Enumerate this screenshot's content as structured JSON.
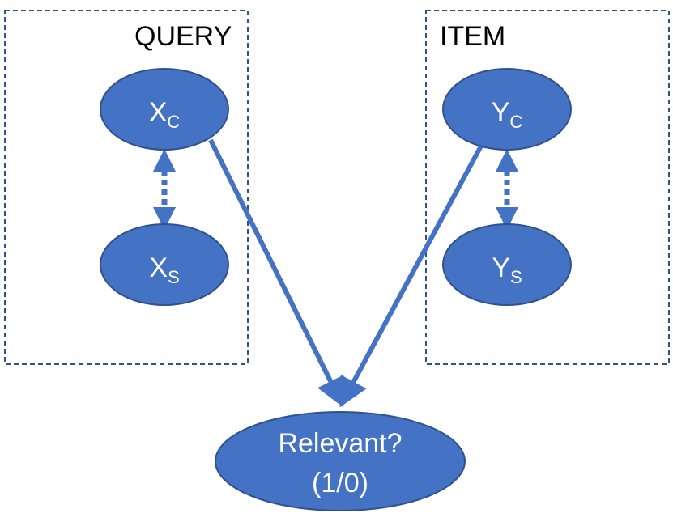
{
  "groups": {
    "query": {
      "title": "QUERY"
    },
    "item": {
      "title": "ITEM"
    }
  },
  "nodes": {
    "xc": {
      "main": "X",
      "sub": "C"
    },
    "xs": {
      "main": "X",
      "sub": "S"
    },
    "yc": {
      "main": "Y",
      "sub": "C"
    },
    "ys": {
      "main": "Y",
      "sub": "S"
    },
    "relevant": {
      "line1": "Relevant?",
      "line2": "(1/0)"
    }
  },
  "colors": {
    "node_fill": "#4472C4",
    "node_stroke": "#2F528F",
    "edge": "#4472C4",
    "box_border": "#2F528F",
    "text_on_node": "#FFFFFF",
    "title_text": "#000000"
  }
}
